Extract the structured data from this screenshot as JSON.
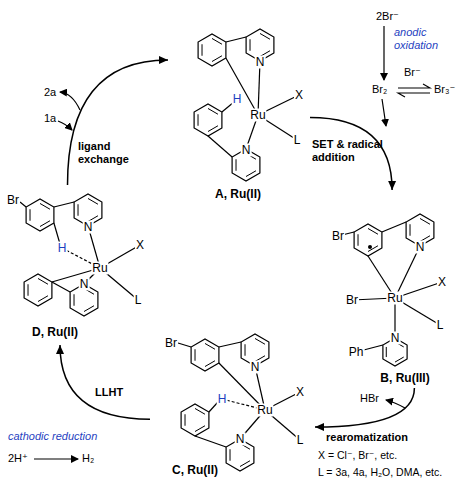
{
  "diagram": {
    "nodes": [
      {
        "text": [
          "N",
          "X",
          "Ru",
          "L",
          "N",
          "H",
          "A, Ru(II)"
        ]
      },
      {
        "text": [
          "Br",
          "N",
          "X",
          "Br",
          "Ru",
          "L",
          "Ph",
          "N",
          "B, Ru(III)"
        ]
      },
      {
        "text": [
          "Br",
          "N",
          "X",
          "H",
          "Ru",
          "L",
          "N",
          "C, Ru(II)"
        ]
      },
      {
        "text": [
          "Br",
          "N",
          "H",
          "X",
          "Ru",
          "L",
          "N",
          "D, Ru(II)"
        ]
      }
    ],
    "edges": [
      {
        "from": 0,
        "to": 1,
        "label": "SET & radical addition",
        "arrow": "to"
      },
      {
        "from": 1,
        "to": 2,
        "label": "rearomatization",
        "arrow": "to"
      },
      {
        "from": 2,
        "to": 3,
        "label": "LLHT",
        "arrow": "to"
      },
      {
        "from": 3,
        "to": 0,
        "label": "ligand exchange",
        "arrow": "to"
      }
    ],
    "labels": [
      "2Br⁻",
      "anodic oxidation",
      "Br₂",
      "Br⁻",
      "Br₃⁻",
      "2a",
      "1a",
      "HBr",
      "cathodic reduction",
      "2H⁺",
      "H₂",
      "X = Cl⁻, Br⁻, etc.",
      "L = 3a, 4a, H₂O, DMA, etc."
    ]
  }
}
